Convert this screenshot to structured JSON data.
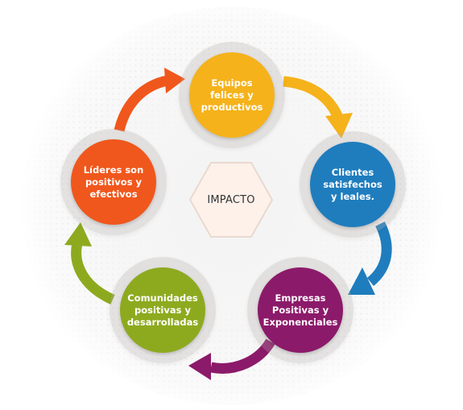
{
  "center": {
    "label": "IMPACTO"
  },
  "nodes": [
    {
      "id": "equipos",
      "label": "Equipos\nfelices y\nproductivos",
      "color": "#F5B21B"
    },
    {
      "id": "clientes",
      "label": "Clientes\nsatisfechos\ny leales.",
      "color": "#1F7DBE"
    },
    {
      "id": "empresas",
      "label": "Empresas\nPositivas y\nExponenciales",
      "color": "#8C1A6A"
    },
    {
      "id": "comunidades",
      "label": "Comunidades\npositivas y\ndesarrolladas",
      "color": "#8DAA1F"
    },
    {
      "id": "lideres",
      "label": "Líderes son\npositivos y\nefectivos",
      "color": "#F0571C"
    }
  ],
  "arrows": [
    {
      "from": "lideres",
      "to": "equipos",
      "color": "#F0571C",
      "icon": "curved-arrow-icon"
    },
    {
      "from": "equipos",
      "to": "clientes",
      "color": "#F5B21B",
      "icon": "curved-arrow-icon"
    },
    {
      "from": "clientes",
      "to": "empresas",
      "color": "#1F7DBE",
      "icon": "curved-arrow-icon"
    },
    {
      "from": "empresas",
      "to": "comunidades",
      "color": "#8C1A6A",
      "icon": "curved-arrow-icon"
    },
    {
      "from": "comunidades",
      "to": "lideres",
      "color": "#8DAA1F",
      "icon": "curved-arrow-icon"
    }
  ]
}
